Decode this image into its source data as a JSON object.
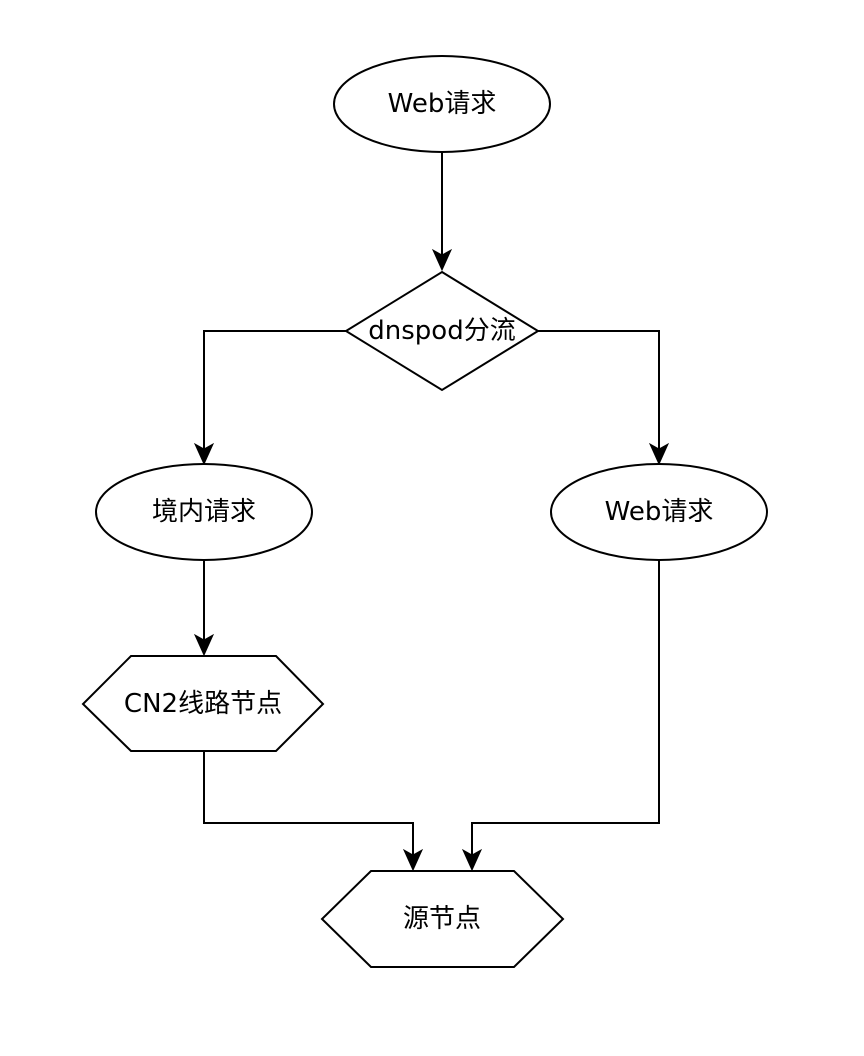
{
  "diagram": {
    "type": "flowchart",
    "nodes": {
      "web_request_top": {
        "label": "Web请求",
        "shape": "ellipse"
      },
      "dnspod_split": {
        "label": "dnspod分流",
        "shape": "diamond"
      },
      "domestic_request": {
        "label": "境内请求",
        "shape": "ellipse"
      },
      "web_request_right": {
        "label": "Web请求",
        "shape": "ellipse"
      },
      "cn2_node": {
        "label": "CN2线路节点",
        "shape": "hexagon"
      },
      "origin_node": {
        "label": "源节点",
        "shape": "hexagon"
      }
    },
    "edges": [
      {
        "from": "web_request_top",
        "to": "dnspod_split"
      },
      {
        "from": "dnspod_split",
        "to": "domestic_request"
      },
      {
        "from": "dnspod_split",
        "to": "web_request_right"
      },
      {
        "from": "domestic_request",
        "to": "cn2_node"
      },
      {
        "from": "cn2_node",
        "to": "origin_node"
      },
      {
        "from": "web_request_right",
        "to": "origin_node"
      }
    ],
    "colors": {
      "stroke": "#000000",
      "fill": "#ffffff"
    }
  }
}
